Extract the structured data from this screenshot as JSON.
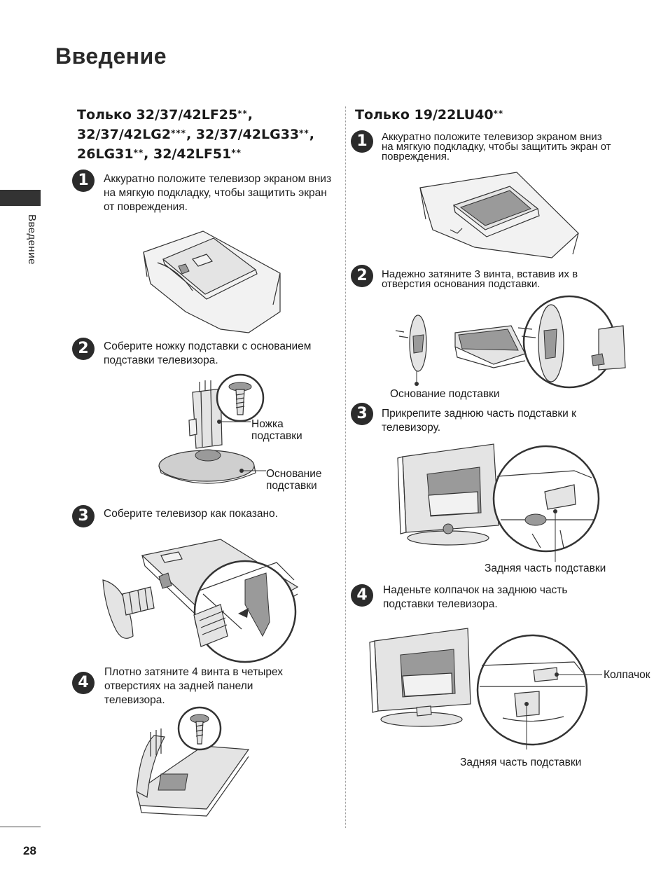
{
  "page": {
    "title": "Введение",
    "side_label": "Введение",
    "page_number": "28"
  },
  "left": {
    "heading_line1": "Только 32/37/42LF25",
    "heading_line1_suffix": ",",
    "heading_line2_a": "32/37/42LG2",
    "heading_line2_b": ", 32/37/42LG33",
    "heading_line2_suffix": ",",
    "heading_line3_a": "26LG31",
    "heading_line3_b": ", 32/42LF51",
    "stars2": "**",
    "stars3": "***",
    "steps": [
      {
        "num": "1",
        "text": "Аккуратно положите телевизор экраном вниз на мягкую подкладку, чтобы защитить экран от повреждения."
      },
      {
        "num": "2",
        "text": "Соберите ножку подставки с основанием подставки телевизора."
      },
      {
        "num": "3",
        "text": "Соберите телевизор как показано."
      },
      {
        "num": "4",
        "text": "Плотно затяните 4 винта в четырех отверстиях на задней панели телевизора."
      }
    ],
    "labels": {
      "stand_leg": "Ножка подставки",
      "stand_base": "Основание подставки"
    }
  },
  "right": {
    "heading": "Только 19/22LU40",
    "stars2": "**",
    "steps": [
      {
        "num": "1",
        "text": "Аккуратно положите телевизор экраном вниз на мягкую подкладку, чтобы защитить экран от повреждения."
      },
      {
        "num": "2",
        "text": "Надежно затяните 3 винта, вставив их в отверстия основания подставки."
      },
      {
        "num": "3",
        "text": "Прикрепите заднюю часть подставки к телевизору."
      },
      {
        "num": "4",
        "text": "Наденьте колпачок на заднюю часть подставки телевизора."
      }
    ],
    "labels": {
      "stand_base": "Основание подставки",
      "back_stand_1": "Задняя часть подставки",
      "cap": "Колпачок",
      "back_stand_2": "Задняя часть подставки"
    }
  }
}
